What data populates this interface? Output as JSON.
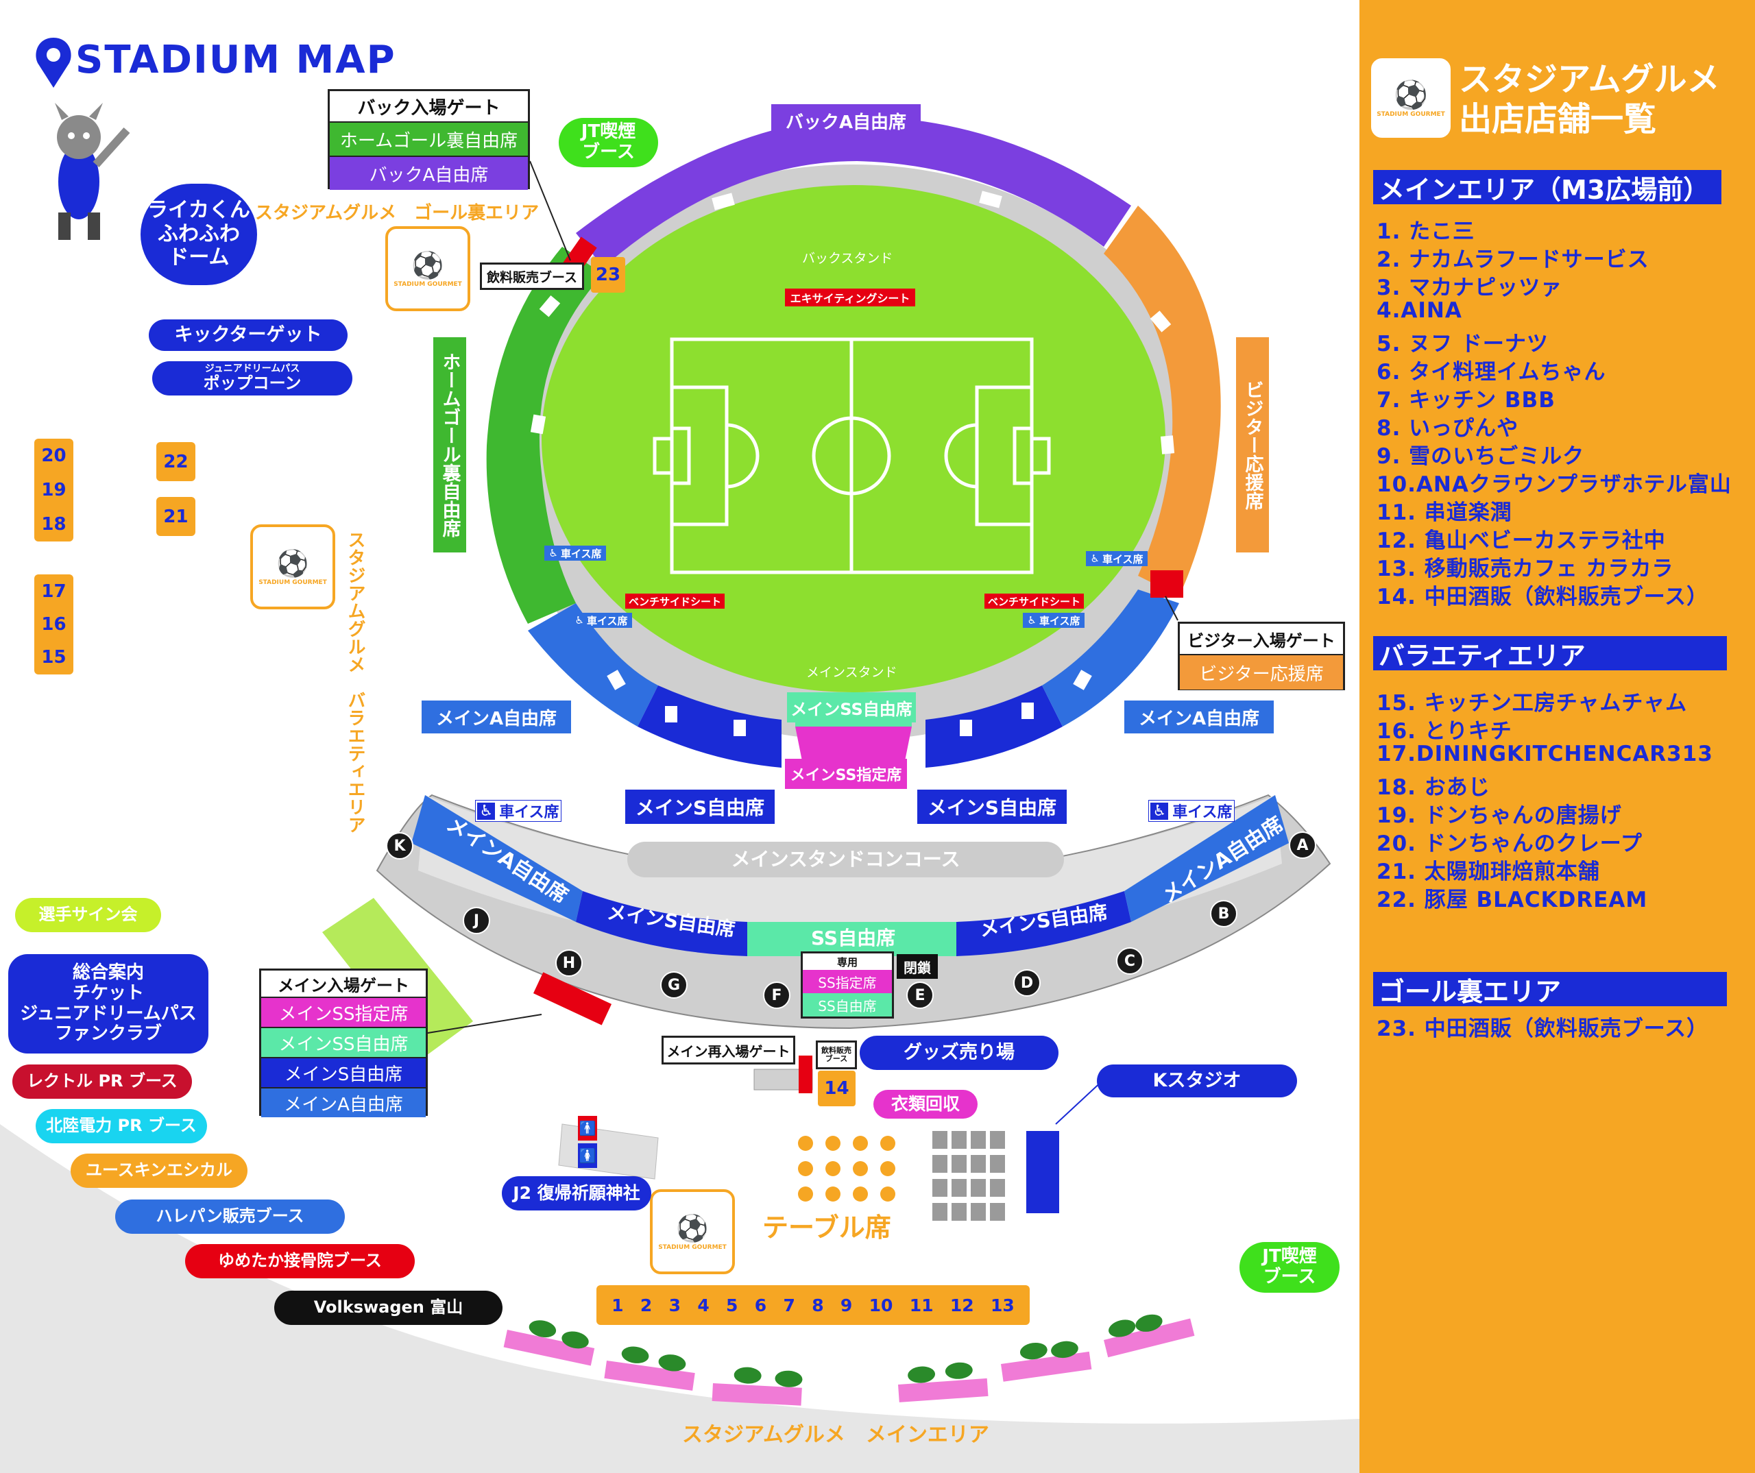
{
  "title": "STADIUM MAP",
  "colors": {
    "blue": "#1a2bd6",
    "orange": "#f6a623",
    "green": "#3fb830",
    "purple": "#7b3fe0",
    "field": "#8ddf2f",
    "red": "#e60012",
    "magenta": "#e633cc",
    "teal": "#5be8a8",
    "midblue": "#2f6fe0"
  },
  "mascot_dome": "ライカくん\nふわふわ\nドーム",
  "kick_target": "キックターゲット",
  "popcorn_small": "ジュニアドリームパス",
  "popcorn": "ポップコーン",
  "left_stalls_a": [
    "20",
    "19",
    "18"
  ],
  "left_stalls_b": [
    "17",
    "16",
    "15"
  ],
  "left_stalls_c": [
    "22",
    "21"
  ],
  "gourmet_goal_label": "スタジアムグルメ　ゴール裏エリア",
  "gourmet_variety_label": "スタジアムグルメ　バラエティエリア",
  "gourmet_main_label": "スタジアムグルメ　メインエリア",
  "badge_text": "STADIUM GOURMET",
  "back_gate": {
    "title": "バック入場ゲート",
    "rows": [
      "ホームゴール裏自由席",
      "バックA自由席"
    ]
  },
  "drink_booth": "飲料販売ブース",
  "stall_23": "23",
  "jt_smoking": "JT喫煙\nブース",
  "back_a_label": "バックA自由席",
  "back_stand": "バックスタンド",
  "exciting_seat": "エキサイティングシート",
  "home_goal_seat": "ホームゴール裏自由席",
  "visitor_seat_vertical": "ビジター応援席",
  "wheelchair": "車イス席",
  "bench_side": "ベンチサイドシート",
  "main_stand": "メインスタンド",
  "main_ss_free": "メインSS自由席",
  "main_ss_reserved": "メインSS指定席",
  "main_a_free": "メインA自由席",
  "main_s_free": "メインS自由席",
  "visitor_gate": {
    "title": "ビジター入場ゲート",
    "rows": [
      "ビジター応援席"
    ]
  },
  "concourse": "メインスタンドコンコース",
  "ss_free": "SS自由席",
  "ss_reserved": "SS指定席",
  "dedicated": "専用",
  "closed": "閉鎖",
  "gate_letters": [
    "A",
    "B",
    "C",
    "D",
    "E",
    "F",
    "G",
    "H",
    "J",
    "K"
  ],
  "main_gate": {
    "title": "メイン入場ゲート",
    "rows": [
      "メインSS指定席",
      "メインSS自由席",
      "メインS自由席",
      "メインA自由席"
    ]
  },
  "reentry_gate": "メイン再入場ゲート",
  "drink_booth_small": "飲料販売\nブース",
  "stall_14": "14",
  "goods": "グッズ売り場",
  "clothes": "衣類回収",
  "k_studio": "Kスタジオ",
  "shrine": "J2 復帰祈願神社",
  "table_seats": "テーブル席",
  "stall_row": [
    "1",
    "2",
    "3",
    "4",
    "5",
    "6",
    "7",
    "8",
    "9",
    "10",
    "11",
    "12",
    "13"
  ],
  "left_pills": [
    {
      "label": "選手サイン会",
      "bg": "#c6f02a",
      "fg": "#ffffff"
    },
    {
      "label": "総合案内\nチケット\nジュニアドリームパス\nファンクラブ",
      "bg": "#1a2bd6",
      "fg": "#ffffff"
    },
    {
      "label": "レクトル PR ブース",
      "bg": "#c8102e",
      "fg": "#ffffff"
    },
    {
      "label": "北陸電力 PR ブース",
      "bg": "#19d4f0",
      "fg": "#ffffff"
    },
    {
      "label": "ユースキンエシカル",
      "bg": "#f6a623",
      "fg": "#ffffff"
    },
    {
      "label": "ハレパン販売ブース",
      "bg": "#2f6fe0",
      "fg": "#ffffff"
    },
    {
      "label": "ゆめたか接骨院ブース",
      "bg": "#e60012",
      "fg": "#ffffff"
    },
    {
      "label": "Volkswagen 富山",
      "bg": "#111111",
      "fg": "#ffffff"
    }
  ],
  "panel": {
    "title": "スタジアムグルメ\n出店店舗一覧",
    "main_area": "メインエリア（M3広場前）",
    "main_shops": [
      "1. たこ三",
      "2. ナカムラフードサービス",
      "3. マカナピッツァ",
      "4.AINA",
      "5. ヌフ ドーナツ",
      "6. タイ料理イムちゃん",
      "7. キッチン BBB",
      "8. いっぴんや",
      "9. 雪のいちごミルク",
      "10.ANAクラウンプラザホテル富山",
      "11. 串道楽潤",
      "12. 亀山ベビーカステラ社中",
      "13. 移動販売カフェ カラカラ",
      "14. 中田酒販（飲料販売ブース）"
    ],
    "variety_area": "バラエティエリア",
    "variety_shops": [
      "15. キッチン工房チャムチャム",
      "16. とりキチ",
      "17.DININGKITCHENCAR313",
      "18. おあじ",
      "19. ドンちゃんの唐揚げ",
      "20. ドンちゃんのクレープ",
      "21. 太陽珈琲焙煎本舗",
      "22. 豚屋 BLACKDREAM"
    ],
    "goal_area": "ゴール裏エリア",
    "goal_shops": [
      "23. 中田酒販（飲料販売ブース）"
    ]
  }
}
